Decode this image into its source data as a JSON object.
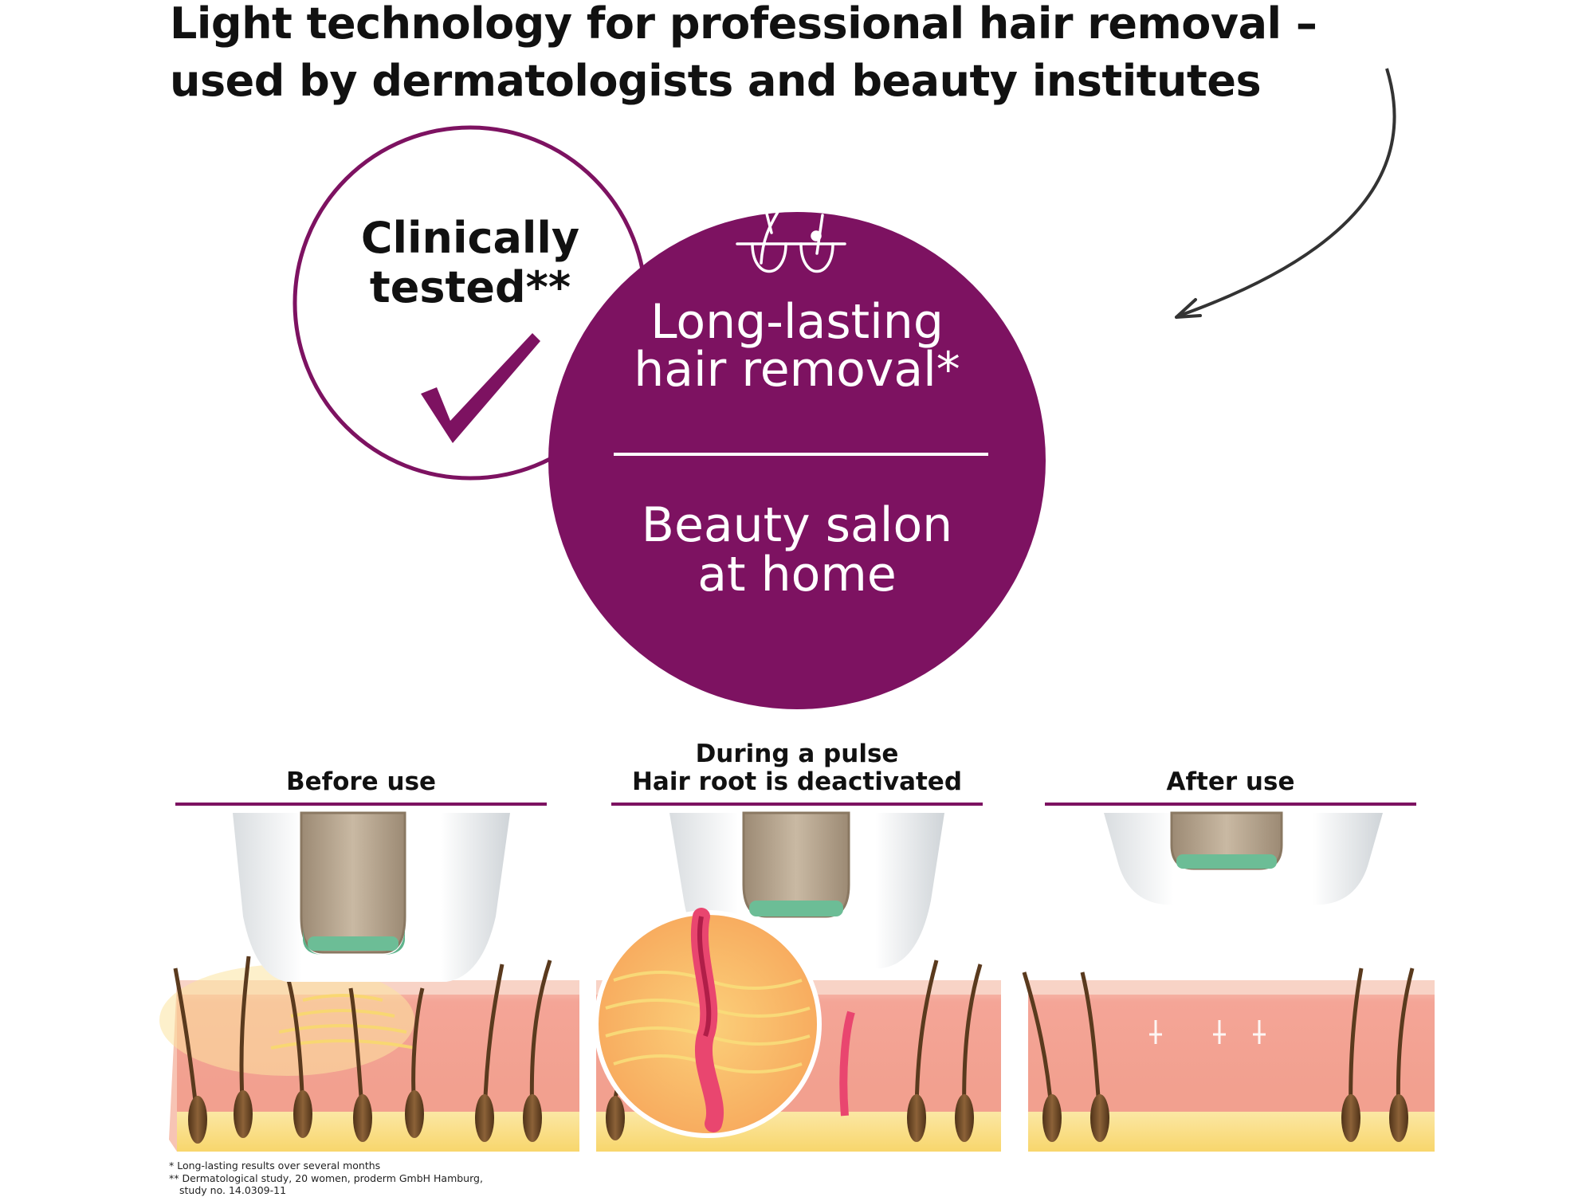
{
  "headline": {
    "line1": "Light technology for professional hair removal –",
    "line2": "used by dermatologists and beauty institutes"
  },
  "badge": {
    "line1": "Clinically",
    "line2": "tested**",
    "icon": "checkmark-icon"
  },
  "feature_circle": {
    "icon": "hair-follicle-icon",
    "top_line1": "Long-lasting",
    "top_line2": "hair removal*",
    "bottom_line1": "Beauty salon",
    "bottom_line2": "at home"
  },
  "panels": [
    {
      "title_line1": "Before use",
      "title_line2": ""
    },
    {
      "title_line1": "During a pulse",
      "title_line2": "Hair root is deactivated"
    },
    {
      "title_line1": "After use",
      "title_line2": ""
    }
  ],
  "footnotes": {
    "line1": "* Long-lasting results over several months",
    "line2": "** Dermatological study, 20 women, proderm GmbH Hamburg,",
    "line3": "study no. 14.0309-11"
  },
  "colors": {
    "brand_purple": "#7d1261",
    "device_bronze": "#b2a08b",
    "device_green": "#5fb38c",
    "skin_pink": "#f4a99a",
    "fat_yellow": "#fbe27c",
    "hair_brown": "#6d4a2b"
  }
}
